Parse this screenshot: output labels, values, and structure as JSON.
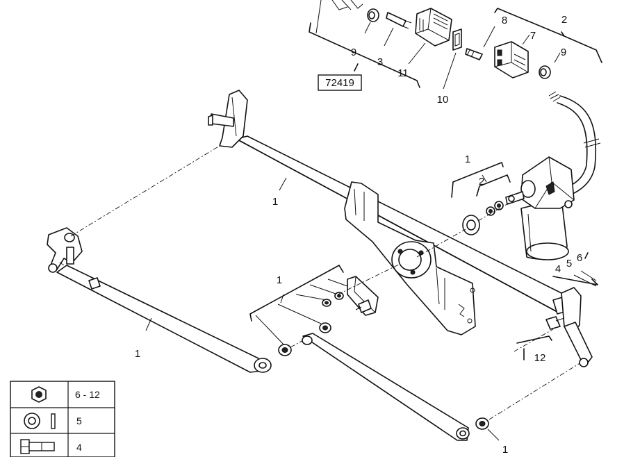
{
  "diagram": {
    "ref_code": "72419",
    "callouts": {
      "top_9a": "9",
      "top_3": "3",
      "top_11": "11",
      "top_10": "10",
      "top_8": "8",
      "top_7": "7",
      "top_9b": "9",
      "top_2": "2",
      "motor_1": "1",
      "motor_2": "2",
      "bar_1": "1",
      "right_4": "4",
      "right_5": "5",
      "right_6": "6",
      "right_12": "12",
      "center_1": "1",
      "left_1": "1",
      "bottom_1": "1"
    }
  },
  "legend": {
    "rows": [
      {
        "icon": "nut-icon",
        "label": "6 - 12"
      },
      {
        "icon": "washer-icon",
        "label": "5"
      },
      {
        "icon": "bolt-icon",
        "label": "4"
      }
    ]
  }
}
